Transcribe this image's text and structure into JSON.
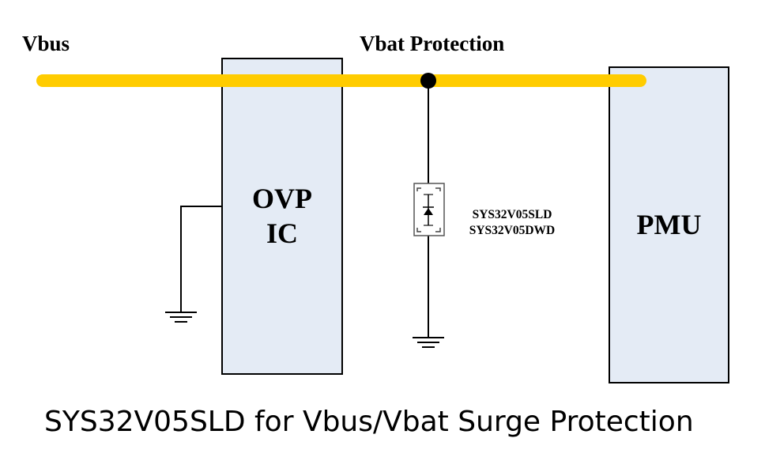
{
  "labels": {
    "vbus": "Vbus",
    "vbat_protection": "Vbat Protection",
    "ovp_ic_line1": "OVP",
    "ovp_ic_line2": "IC",
    "pmu": "PMU",
    "part_1": "SYS32V05SLD",
    "part_2": "SYS32V05DWD"
  },
  "caption": "SYS32V05SLD for Vbus/Vbat Surge Protection",
  "colors": {
    "bus_line": "#FFCC00",
    "block_fill": "#E4EBF5",
    "wire": "#000000",
    "background": "#FFFFFF"
  },
  "icons": {
    "ground": "ground-symbol-icon",
    "tvs_diode": "tvs-diode-icon",
    "junction": "junction-dot-icon"
  }
}
